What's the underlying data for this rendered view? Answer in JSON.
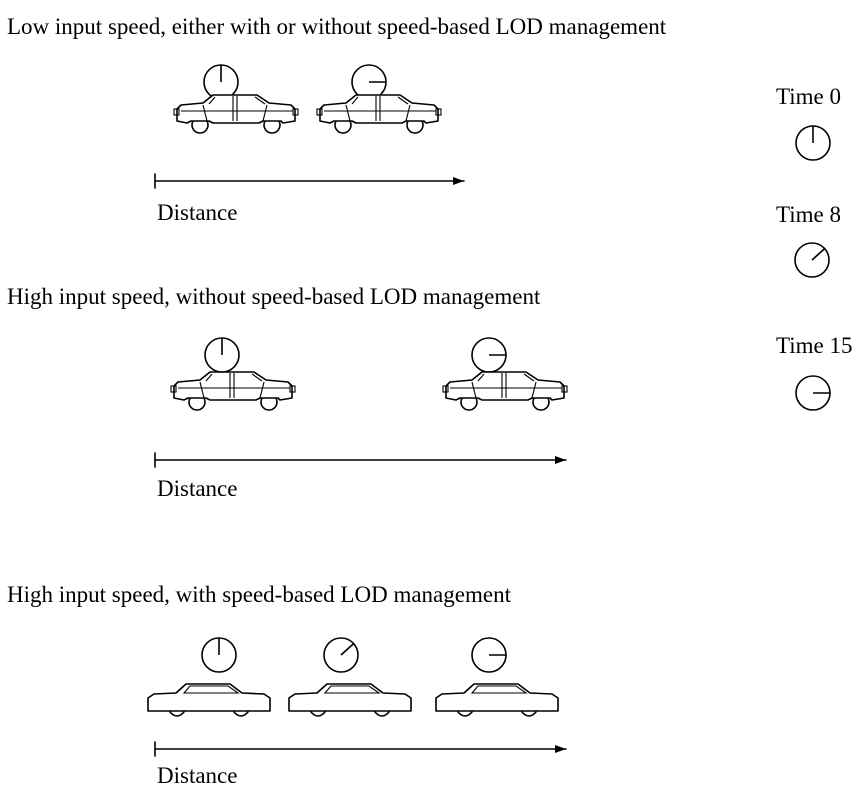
{
  "panels": [
    {
      "heading": "Low input speed, either with or without speed-based LOD management",
      "axis_label": "Distance",
      "cars": [
        {
          "detail": "high",
          "clock_time": 0
        },
        {
          "detail": "high",
          "clock_time": 15
        }
      ]
    },
    {
      "heading": "High input speed, without speed-based LOD management",
      "axis_label": "Distance",
      "cars": [
        {
          "detail": "high",
          "clock_time": 0
        },
        {
          "detail": "high",
          "clock_time": 15
        }
      ]
    },
    {
      "heading": "High input speed, with speed-based LOD management",
      "axis_label": "Distance",
      "cars": [
        {
          "detail": "low",
          "clock_time": 0
        },
        {
          "detail": "low",
          "clock_time": 8
        },
        {
          "detail": "low",
          "clock_time": 15
        }
      ]
    }
  ],
  "legend": [
    {
      "label": "Time 0",
      "clock_time": 0
    },
    {
      "label": "Time 8",
      "clock_time": 8
    },
    {
      "label": "Time 15",
      "clock_time": 15
    }
  ]
}
